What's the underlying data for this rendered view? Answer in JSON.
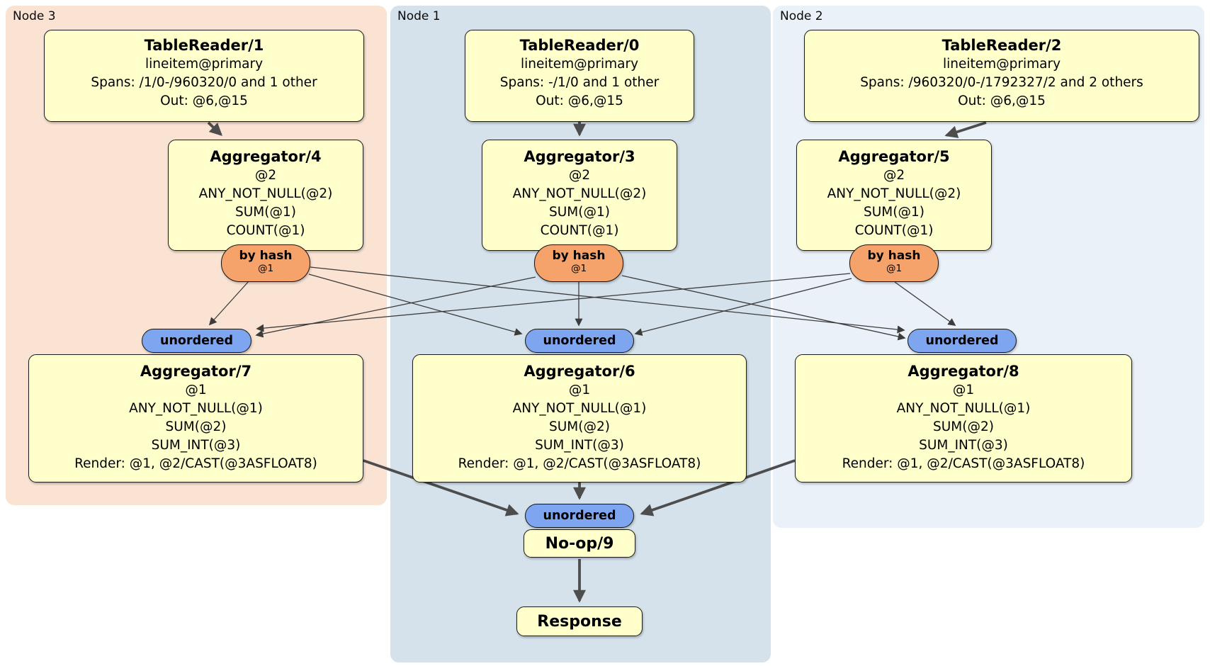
{
  "regions": {
    "node3": "Node 3",
    "node1": "Node 1",
    "node2": "Node 2"
  },
  "router": {
    "label": "by hash",
    "sub": "@1"
  },
  "sync": {
    "label": "unordered"
  },
  "processors": {
    "tr1": {
      "title": "TableReader/1",
      "lines": [
        "lineitem@primary",
        "Spans: /1/0-/960320/0 and 1 other",
        "Out: @6,@15"
      ]
    },
    "tr0": {
      "title": "TableReader/0",
      "lines": [
        "lineitem@primary",
        "Spans: -/1/0 and 1 other",
        "Out: @6,@15"
      ]
    },
    "tr2": {
      "title": "TableReader/2",
      "lines": [
        "lineitem@primary",
        "Spans: /960320/0-/1792327/2 and 2 others",
        "Out: @6,@15"
      ]
    },
    "agg4": {
      "title": "Aggregator/4",
      "lines": [
        "@2",
        "ANY_NOT_NULL(@2)",
        "SUM(@1)",
        "COUNT(@1)"
      ]
    },
    "agg3": {
      "title": "Aggregator/3",
      "lines": [
        "@2",
        "ANY_NOT_NULL(@2)",
        "SUM(@1)",
        "COUNT(@1)"
      ]
    },
    "agg5": {
      "title": "Aggregator/5",
      "lines": [
        "@2",
        "ANY_NOT_NULL(@2)",
        "SUM(@1)",
        "COUNT(@1)"
      ]
    },
    "agg7": {
      "title": "Aggregator/7",
      "lines": [
        "@1",
        "ANY_NOT_NULL(@1)",
        "SUM(@2)",
        "SUM_INT(@3)",
        "Render: @1, @2/CAST(@3ASFLOAT8)"
      ]
    },
    "agg6": {
      "title": "Aggregator/6",
      "lines": [
        "@1",
        "ANY_NOT_NULL(@1)",
        "SUM(@2)",
        "SUM_INT(@3)",
        "Render: @1, @2/CAST(@3ASFLOAT8)"
      ]
    },
    "agg8": {
      "title": "Aggregator/8",
      "lines": [
        "@1",
        "ANY_NOT_NULL(@1)",
        "SUM(@2)",
        "SUM_INT(@3)",
        "Render: @1, @2/CAST(@3ASFLOAT8)"
      ]
    },
    "noop": {
      "title": "No-op/9"
    },
    "response": {
      "title": "Response"
    }
  },
  "colors": {
    "box_fill": "#FFFFCC",
    "box_border": "#1B1B1B",
    "router_fill": "#F5A36B",
    "sync_fill": "#7EA6F0",
    "region_node3_fill": "#FBE3D4",
    "region_node1_fill": "#D5E2EB",
    "region_node2_fill": "#EBF1F8",
    "edge_thin": "#3C3C3C",
    "edge_thick": "#4D4D4D",
    "page_bg": "#FFFFFF",
    "text": "#000000"
  }
}
